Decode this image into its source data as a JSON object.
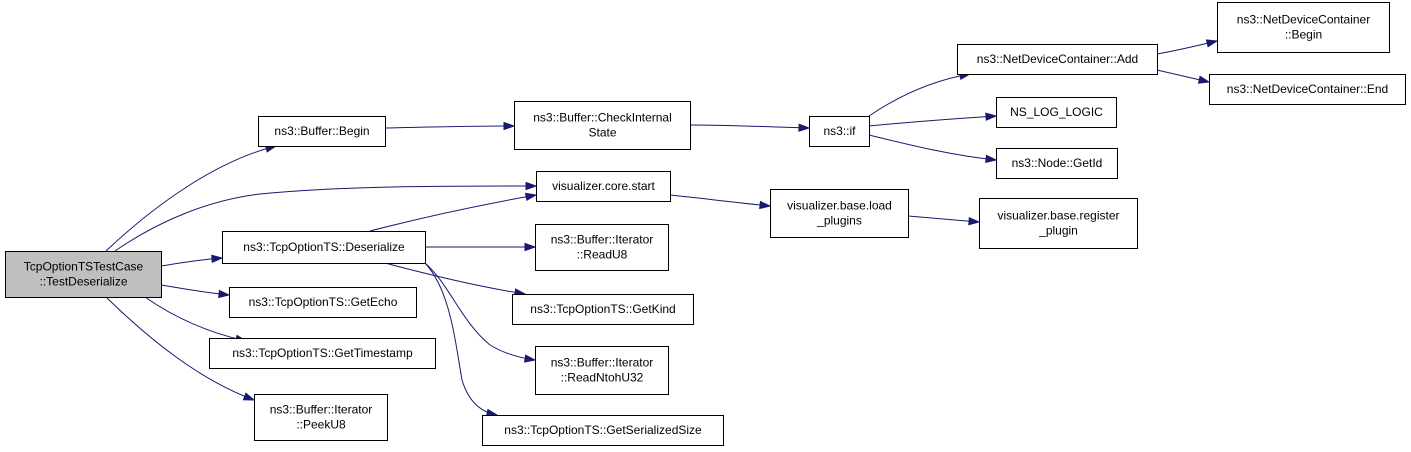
{
  "colors": {
    "edge": "#191970",
    "node_fill": "#ffffff",
    "root_fill": "#bfbfbf",
    "node_border": "#000000"
  },
  "nodes": {
    "root": [
      "TcpOptionTSTestCase",
      "::TestDeserialize"
    ],
    "buffer_begin": [
      "ns3::Buffer::Begin"
    ],
    "check_internal_state": [
      "ns3::Buffer::CheckInternal",
      "State"
    ],
    "if": [
      "ns3::if"
    ],
    "netdevicecontainer_add": [
      "ns3::NetDeviceContainer::Add"
    ],
    "netdevicecontainer_begin": [
      "ns3::NetDeviceContainer",
      "::Begin"
    ],
    "netdevicecontainer_end": [
      "ns3::NetDeviceContainer::End"
    ],
    "ns_log_logic": [
      "NS_LOG_LOGIC"
    ],
    "node_getid": [
      "ns3::Node::GetId"
    ],
    "viz_core_start": [
      "visualizer.core.start"
    ],
    "viz_base_load_plugins": [
      "visualizer.base.load",
      "_plugins"
    ],
    "viz_base_register_plugin": [
      "visualizer.base.register",
      "_plugin"
    ],
    "deserialize": [
      "ns3::TcpOptionTS::Deserialize"
    ],
    "iterator_readu8": [
      "ns3::Buffer::Iterator",
      "::ReadU8"
    ],
    "getkind": [
      "ns3::TcpOptionTS::GetKind"
    ],
    "iterator_readntohu32": [
      "ns3::Buffer::Iterator",
      "::ReadNtohU32"
    ],
    "getserializedsize": [
      "ns3::TcpOptionTS::GetSerializedSize"
    ],
    "getecho": [
      "ns3::TcpOptionTS::GetEcho"
    ],
    "gettimestamp": [
      "ns3::TcpOptionTS::GetTimestamp"
    ],
    "iterator_peeku8": [
      "ns3::Buffer::Iterator",
      "::PeekU8"
    ]
  },
  "edges": [
    [
      "root",
      "buffer_begin"
    ],
    [
      "root",
      "viz_core_start"
    ],
    [
      "root",
      "deserialize"
    ],
    [
      "root",
      "getecho"
    ],
    [
      "root",
      "gettimestamp"
    ],
    [
      "root",
      "iterator_peeku8"
    ],
    [
      "buffer_begin",
      "check_internal_state"
    ],
    [
      "check_internal_state",
      "if"
    ],
    [
      "if",
      "netdevicecontainer_add"
    ],
    [
      "if",
      "ns_log_logic"
    ],
    [
      "if",
      "node_getid"
    ],
    [
      "netdevicecontainer_add",
      "netdevicecontainer_begin"
    ],
    [
      "netdevicecontainer_add",
      "netdevicecontainer_end"
    ],
    [
      "viz_core_start",
      "viz_base_load_plugins"
    ],
    [
      "viz_base_load_plugins",
      "viz_base_register_plugin"
    ],
    [
      "deserialize",
      "viz_core_start"
    ],
    [
      "deserialize",
      "iterator_readu8"
    ],
    [
      "deserialize",
      "getkind"
    ],
    [
      "deserialize",
      "iterator_readntohu32"
    ],
    [
      "deserialize",
      "getserializedsize"
    ]
  ]
}
